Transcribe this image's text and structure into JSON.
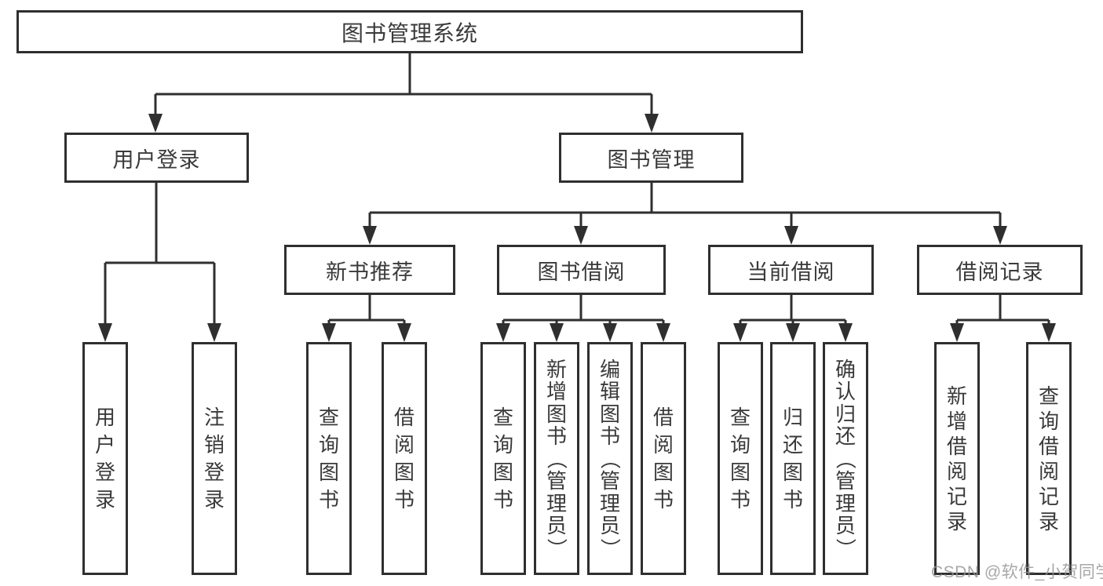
{
  "diagram": {
    "root": {
      "label": "图书管理系统"
    },
    "level2": [
      {
        "label": "用户登录"
      },
      {
        "label": "图书管理"
      }
    ],
    "level3": [
      {
        "label": "新书推荐"
      },
      {
        "label": "图书借阅"
      },
      {
        "label": "当前借阅"
      },
      {
        "label": "借阅记录"
      }
    ],
    "leaves": {
      "user_login": [
        "用户登录",
        "注销登录"
      ],
      "new_book": [
        "查询图书",
        "借阅图书"
      ],
      "book_borrow": [
        "查询图书",
        "新增图书（管理员）",
        "编辑图书（管理员）",
        "借阅图书"
      ],
      "current_borrow": [
        "查询图书",
        "归还图书",
        "确认归还（管理员）"
      ],
      "borrow_records": [
        "新增借阅记录",
        "查询借阅记录"
      ]
    },
    "watermark": "CSDN @软件_小贺同学"
  }
}
